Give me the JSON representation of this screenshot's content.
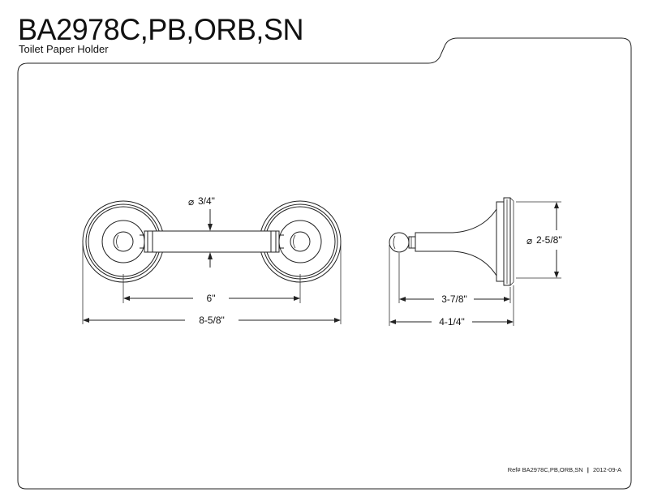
{
  "header": {
    "model": "BA2978C,PB,ORB,SN",
    "product": "Toilet Paper Holder"
  },
  "front_view": {
    "bar_diameter": "3/4\"",
    "post_spacing": "6\"",
    "overall_width": "8-5/8\""
  },
  "side_view": {
    "flange_diameter": "2-5/8\"",
    "arm_projection": "3-7/8\"",
    "overall_depth": "4-1/4\""
  },
  "footer": {
    "ref": "Ref# BA2978C,PB,ORB,SN",
    "revision": "2012-09-A",
    "separator": "|"
  },
  "symbols": {
    "diameter": "⌀"
  }
}
